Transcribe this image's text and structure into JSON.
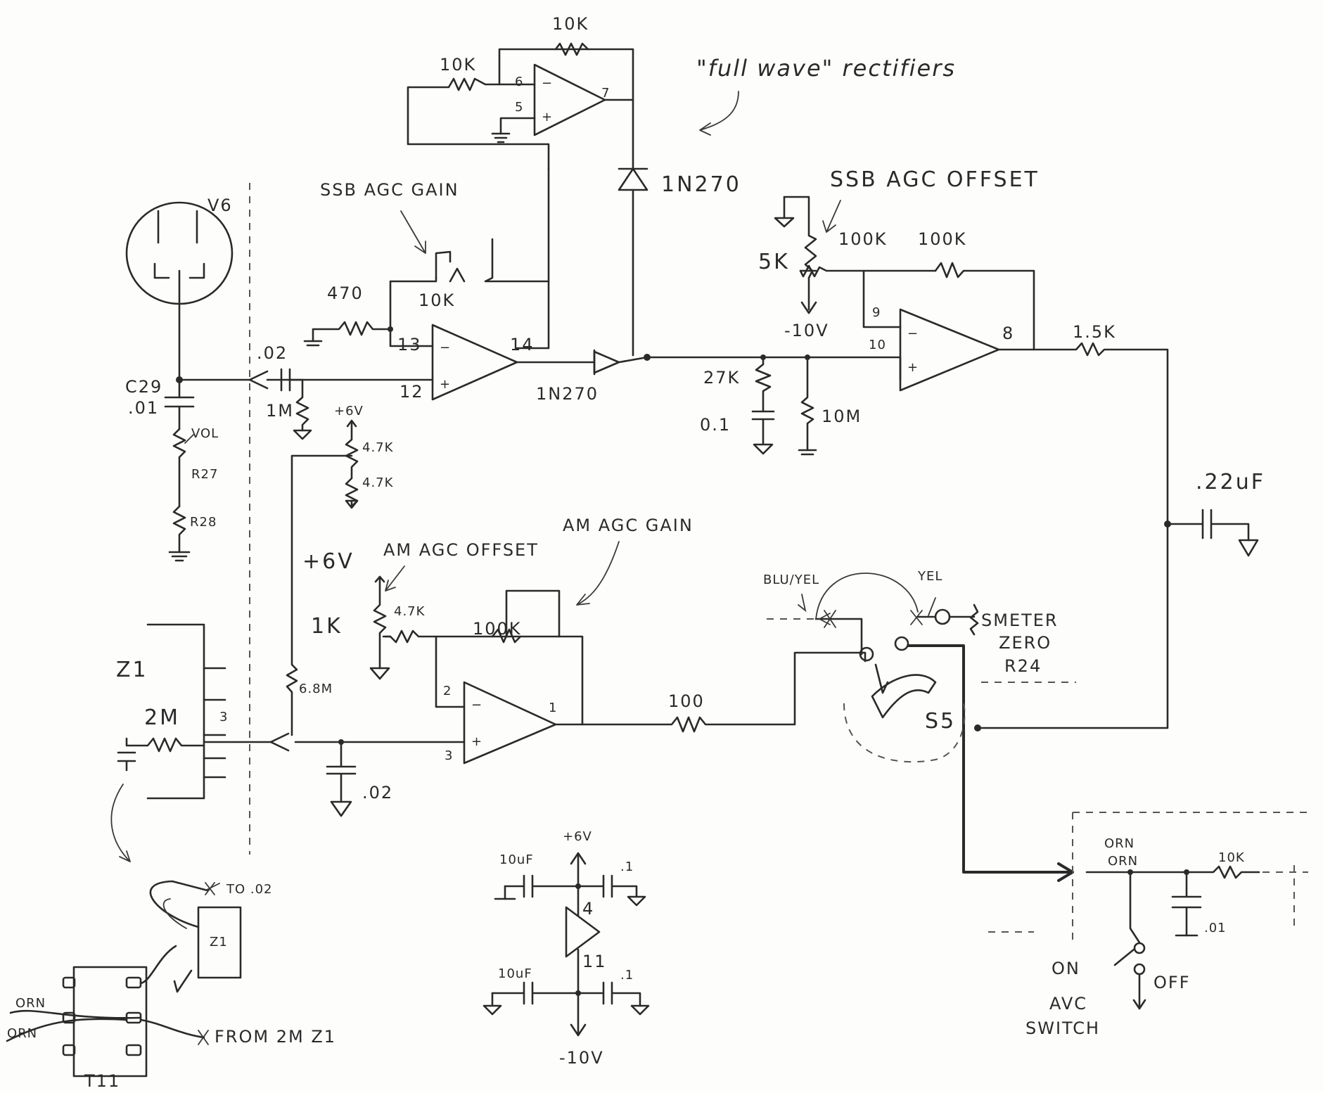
{
  "title": "\"full wave\" rectifiers",
  "labels": {
    "fb_res_top": "10K",
    "fb_res_in": "10K",
    "pin6": "6",
    "pin5": "5",
    "pin7": "7",
    "diode_top": "1N270",
    "ssb_agc_gain": "SSB AGC GAIN",
    "ssb_agc_offset": "SSB AGC OFFSET",
    "v6": "V6",
    "r470": "470",
    "r10k_gain": "10K",
    "pin13": "13",
    "pin14": "14",
    "pin12": "12",
    "cap02_in": ".02",
    "c29": "C29",
    "c29_val": ".01",
    "r1m": "1M",
    "plus6v_a": "+6V",
    "r47k_a": "4.7K",
    "r47k_b": "4.7K",
    "vol": "VOL",
    "r27": "R27",
    "r28": "R28",
    "diode_mid": "1N270",
    "r27k": "27K",
    "c01": "0.1",
    "r10m": "10M",
    "r5k": "5K",
    "r100k_a": "100K",
    "r100k_b": "100K",
    "minus10v_a": "-10V",
    "pin9": "9",
    "pin10": "10",
    "pin8": "8",
    "r15k": "1.5K",
    "c22uf": ".22uF",
    "am_agc_gain": "AM AGC GAIN",
    "am_agc_offset": "AM AGC OFFSET",
    "plus6v_b": "+6V",
    "r1k": "1K",
    "r47k_c": "4.7K",
    "r100k_c": "100K",
    "z1": "Z1",
    "r2m": "2M",
    "pin3_z1": "3",
    "r68m": "6.8M",
    "pin2": "2",
    "pin1": "1",
    "pin3": "3",
    "cap02_b": ".02",
    "r100": "100",
    "blu_yel": "BLU/YEL",
    "yel": "YEL",
    "smeter": "SMETER",
    "zero": "ZERO",
    "r24": "R24",
    "s5": "S5",
    "orn_a": "ORN",
    "orn_b": "ORN",
    "r10k_out": "10K",
    "c01_out": ".01",
    "on": "ON",
    "off": "OFF",
    "avc": "AVC",
    "switch": "SWITCH",
    "plus6v_c": "+6V",
    "c10uf_a": "10uF",
    "c1_a": ".1",
    "pin4": "4",
    "pin11": "11",
    "c10uf_b": "10uF",
    "c1_b": ".1",
    "minus10v_b": "-10V",
    "to_02": "TO .02",
    "z1_small": "Z1",
    "orn_c": "ORN",
    "orn_d": "ORN",
    "from_2m": "FROM 2M Z1",
    "t11": "T11"
  }
}
